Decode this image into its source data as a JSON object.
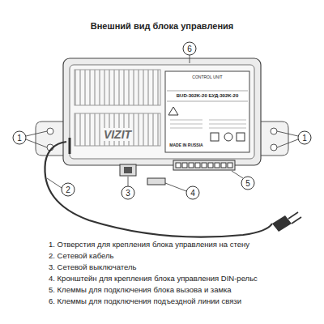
{
  "diagram": {
    "title": "Внешний вид блока управления",
    "labels": [
      "6",
      "1",
      "1",
      "2",
      "3",
      "4",
      "5",
      "VIZIT",
      "CONTROL UNIT",
      "BUD-302K-20 БУД-302K-20",
      "MADE IN RUSSIA",
      "1. Отверстия для крепления блока управления на стену",
      "2. Сетевой кабель",
      "3. Сетевой выключатель",
      "4. Кронштейн для крепления блока управления DIN-рельс",
      "5. Клеммы для подключения блока вызова и замка",
      "6. Клеммы для подключения подъездной линии связи"
    ]
  }
}
